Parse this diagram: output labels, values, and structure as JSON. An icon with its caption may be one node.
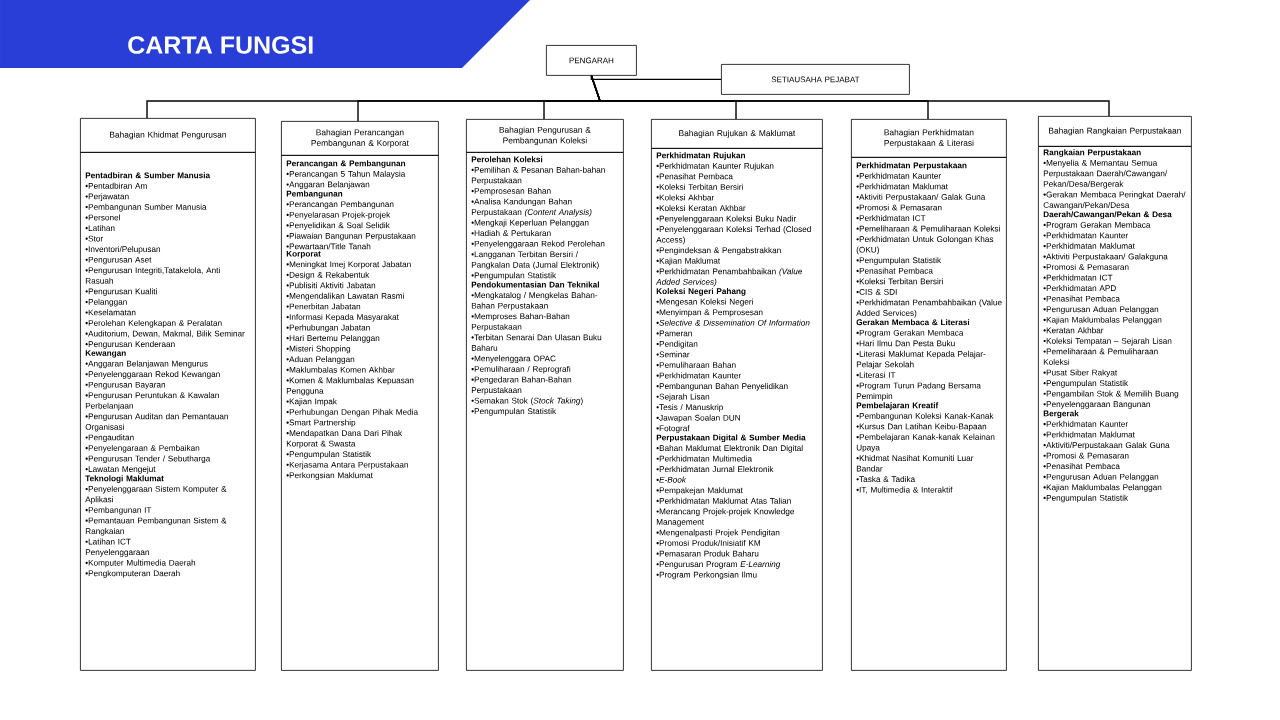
{
  "diagram": {
    "title": "CARTA FUNGSI",
    "nodes": [
      {
        "text": [
          "PENGARAH"
        ]
      },
      {
        "text": [
          "SETIAUSAHA PEJABAT"
        ]
      },
      {
        "text": [
          "Bahagian Khidmat Pengurusan"
        ]
      },
      {
        "text": [],
        "shape": "box"
      },
      {
        "text": [
          "Pentadbiran & Sumber Manusia",
          "•Pentadbiran Am",
          "•Perjawatan",
          "•Pembangunan Sumber Manusia",
          "•Personel",
          "•Latihan",
          "•Stor",
          "•Inventori/Pelupusan",
          "•Pengurusan Aset",
          "•Pengurusan Integriti,Tatakelola, Anti Rasuah",
          "•Pengurusan Kualiti",
          "•Pelanggan",
          "•Keselamatan",
          "•Perolehan Kelengkapan & Peralatan",
          "•Auditorium, Dewan, Makmal, Bilik Seminar",
          "•Pengurusan Kenderaan"
        ],
        "in": 3
      },
      {
        "text": [
          "Kewangan",
          "•Anggaran Belanjawan Mengurus",
          "•Penyelenggaraan Rekod Kewangan",
          "•Pengurusan Bayaran",
          "•Pengurusan Peruntukan & Kawalan Perbelanjaan",
          "•Pengurusan Auditan dan Pemantauan Organisasi",
          "•Pengauditan",
          "•Penyelengaraan & Pembaikan",
          "•Pengurusan Tender / Sebutharga",
          "•Lawatan Mengejut"
        ],
        "in": 3
      },
      {
        "text": [
          "Teknologi Maklumat",
          "•Penyelenggaraan Sistem Komputer & Aplikasi",
          "•Pembangunan IT",
          "•Pemantauan Pembangunan Sistem & Rangkaian",
          "•Latihan ICT",
          "Penyelenggaraan",
          "•Komputer Multimedia Daerah",
          "•Pengkomputeran Daerah"
        ],
        "in": 3
      },
      {
        "text": [
          "Bahagian Perancangan Pembangunan & Korporat"
        ]
      },
      {
        "text": [],
        "shape": "box"
      },
      {
        "text": [
          "Perancangan & Pembangunan",
          "•Perancangan 5 Tahun Malaysia",
          "•Anggaran Belanjawan"
        ],
        "in": 8
      },
      {
        "text": [
          "Pembangunan",
          "•Perancangan Pembangunan",
          "•Penyelarasan Projek-projek",
          "•Penyelidikan & Soal Selidik",
          "•Piawaian Bangunan Perpustakaan",
          "•Pewartaan/Title Tanah"
        ],
        "in": 8
      },
      {
        "text": [
          "Korporat",
          "•Meningkat Imej Korporat Jabatan",
          "•Design & Rekabentuk",
          "•Publisiti Aktiviti Jabatan",
          "•Mengendalikan Lawatan Rasmi",
          "•Penerbitan Jabatan",
          "•Informasi Kepada Masyarakat",
          "•Perhubungan Jabatan",
          "•Hari Bertemu Pelanggan",
          "•Misteri Shopping",
          "•Aduan Pelanggan",
          "•Maklumbalas Komen Akhbar",
          "•Komen & Maklumbalas Kepuasan Pengguna",
          "•Kajian Impak",
          "•Perhubungan Dengan Pihak Media",
          "•Smart Partnership",
          "•Mendapatkan Dana Dari Pihak Korporat & Swasta",
          "•Pengumpulan Statistik",
          "•Kerjasama Antara Perpustakaan",
          "•Perkongsian Maklumat"
        ],
        "in": 8
      },
      {
        "text": [
          "Bahagian Pengurusan & Pembangunan Koleksi"
        ]
      },
      {
        "text": [],
        "shape": "box"
      },
      {
        "text": [
          "Perolehan Koleksi",
          "•Pemilihan & Pesanan Bahan-bahan Perpustakaan",
          "•Pemprosesan Bahan",
          "•Analisa Kandungan Bahan Perpustakaan *(Content Analysis)*",
          "•Mengkaji Keperluan Pelanggan",
          "•Hadiah & Pertukaran",
          "•Penyelenggaraan Rekod Perolehan",
          "•Langganan Terbitan Bersiri / Pangkalan Data (Jurnal Elektronik)",
          "•Pengumpulan Statistik"
        ],
        "in": 13
      },
      {
        "text": [
          "Pendokumentasian Dan Teknikal",
          "•Mengkatalog / Mengkelas Bahan-Bahan Perpustakaan",
          "•Memproses Bahan-Bahan Perpustakaan",
          "•Terbitan Senarai Dan Ulasan Buku Baharu",
          "•Menyelenggara OPAC",
          "•Pemuliharaan / Reprografi",
          "•Pengedaran Bahan-Bahan Perpustakaan",
          "•Semakan Stok (*Stock Taking*)",
          "•Pengumpulan Statistik"
        ],
        "in": 13
      },
      {
        "text": [
          "Bahagian Rujukan & Maklumat"
        ]
      },
      {
        "text": [],
        "shape": "box"
      },
      {
        "text": [
          "Perkhidmatan Rujukan",
          "•Perkhidmatan Kaunter Rujukan",
          "•Penasihat Pembaca",
          "•Koleksi Terbitan Bersiri",
          "•Koleksi Akhbar",
          "•Koleksi Keratan Akhbar",
          "•Penyelenggaraan Koleksi Buku Nadir",
          "•Penyelenggaraan Koleksi Terhad (Closed Access)",
          "•Pengindeksan & Pengabstrakkan",
          "•Kajian Maklumat",
          "•Perkhidmatan Penambahbaikan *(Value Added Services)*"
        ],
        "in": 17
      },
      {
        "text": [
          "Koleksi Negeri Pahang",
          "•Mengesan Koleksi Negeri",
          "•Menyimpan & Pemprosesan",
          "•*Selective & Dissemination Of Information*",
          "•Pameran",
          "•Pendigitan",
          "•Seminar",
          "•Pemuliharaan Bahan",
          "•Perkhidmatan Kaunter",
          "•Pembangunan Bahan Penyelidikan",
          "•Sejarah Lisan",
          "•Tesis / Manuskrip",
          "•Jawapan Soalan DUN",
          "•Fotograf"
        ],
        "in": 17
      },
      {
        "text": [
          "Perpustakaan Digital & Sumber Media",
          "•Bahan Maklumat Elektronik Dan Digital",
          "•Perkhidmatan Multimedia",
          "•Perkhidmatan Jurnal Elektronik",
          "•*E-Book*",
          "•Pempakejan Maklumat",
          "•Perkhidmatan Maklumat Atas Talian",
          "•Merancang Projek-projek Knowledge Management",
          "•Mengenalpasti Projek Pendigitan",
          "•Promosi Produk/Inisiatif KM",
          "•Pemasaran Produk Baharu",
          "•Pengurusan Program *E-Learning*",
          "•Program Perkongsian Ilmu"
        ],
        "in": 17
      },
      {
        "text": [
          "Bahagian Perkhidmatan Perpustakaan & Literasi"
        ]
      },
      {
        "text": [],
        "shape": "box"
      },
      {
        "text": [
          "Perkhidmatan Perpustakaan",
          "•Perkhidmatan Kaunter",
          "•Perkhidmatan Maklumat",
          "•Aktiviti Perpustakaan/ Galak Guna",
          "•Promosi & Pemasaran",
          "•Perkhidmatan ICT",
          "•Pemeliharaan & Pemuliharaan Koleksi",
          "•Perkhidmatan Untuk Golongan Khas (OKU)",
          "•Pengumpulan Statistik",
          "•Penasihat Pembaca",
          "•Koleksi Terbitan Bersiri",
          "•CIS & SDI",
          "•Perkhidmatan Penambahbaikan (Value Added Services)"
        ],
        "in": 22
      },
      {
        "text": [
          "Gerakan Membaca & Literasi",
          "•Program Gerakan Membaca",
          "•Hari Ilmu Dan Pesta Buku",
          "•Literasi Maklumat Kepada Pelajar-Pelajar Sekolah",
          "•Literasi IT",
          "•Program Turun Padang Bersama Pemimpin"
        ],
        "in": 22
      },
      {
        "text": [
          "Pembelajaran Kreatif",
          "•Pembangunan Koleksi Kanak-Kanak",
          "•Kursus Dan Latihan Keibu-Bapaan",
          "•Pembelajaran Kanak-kanak Kelainan Upaya",
          "•Khidmat Nasihat Komuniti Luar Bandar",
          "•Taska & Tadika",
          "•IT, Multimedia & Interaktif"
        ],
        "in": 22
      },
      {
        "text": [
          "Bahagian Rangkaian Perpustakaan"
        ]
      },
      {
        "text": [],
        "shape": "box"
      },
      {
        "text": [
          "Rangkaian Perpustakaan",
          "•Menyelia & Memantau Semua Perpustakaan Daerah/Cawangan/ Pekan/Desa/Bergerak",
          "•Gerakan Membaca Peringkat Daerah/ Cawangan/Pekan/Desa"
        ],
        "in": 27
      },
      {
        "text": [
          "Daerah/Cawangan/Pekan & Desa",
          "•Program Gerakan Membaca",
          "•Perkhidmatan Kaunter",
          "•Perkhidmatan Maklumat",
          "•Aktiviti Perpustakaan/ Galakguna",
          "•Promosi & Pemasaran",
          "•Perkhidmatan ICT",
          "•Perkhidmatan APD",
          "•Penasihat Pembaca",
          "•Pengurusan Aduan Pelanggan",
          "•Kajian Maklumbalas Pelanggan",
          "•Keratan Akhbar",
          "•Koleksi Tempatan – Sejarah Lisan",
          "•Pemeliharaan & Pemuliharaan Koleksi",
          "•Pusat Siber Rakyat",
          "•Pengumpulan Statistik",
          "•Pengambilan Stok & Memilih Buang",
          "•Penyelenggaraan Bangunan"
        ],
        "in": 27
      },
      {
        "text": [
          "Bergerak",
          "•Perkhidmatan Kaunter",
          "•Perkhidmatan Maklumat",
          "•Aktiviti/Perpustakaan Galak Guna",
          "•Promosi & Pemasaran",
          "•Penasihat Pembaca",
          "•Pengurusan Aduan Pelanggan",
          "•Kajian Maklumbalas Pelanggan",
          "•Pengumpulan Statistik"
        ],
        "in": 27
      }
    ],
    "edges": [
      {
        "from": 0,
        "to": 1,
        "arrow": "none"
      },
      {
        "from": 0,
        "to": 2,
        "arrow": "none"
      },
      {
        "from": 0,
        "to": 7,
        "arrow": "none"
      },
      {
        "from": 0,
        "to": 12,
        "arrow": "none"
      },
      {
        "from": 0,
        "to": 16,
        "arrow": "none"
      },
      {
        "from": 0,
        "to": 21,
        "arrow": "none"
      },
      {
        "from": 0,
        "to": 26,
        "arrow": "none"
      }
    ]
  }
}
